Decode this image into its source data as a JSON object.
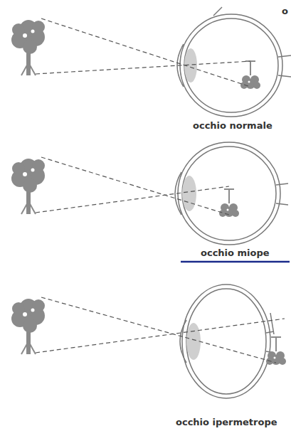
{
  "diagram": {
    "labels": [
      "o",
      "occhio normale",
      "occhio miope",
      "occhio ipermetrope"
    ]
  }
}
